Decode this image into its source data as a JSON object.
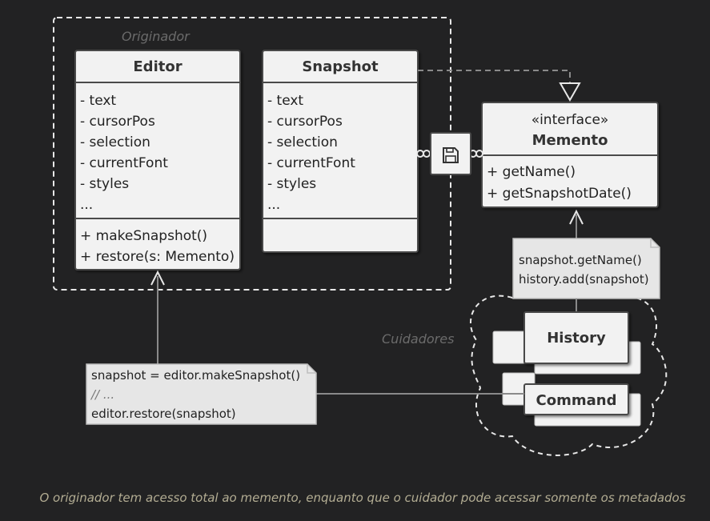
{
  "groups": {
    "originator_label": "Originador",
    "caretakers_label": "Cuidadores"
  },
  "editor": {
    "title": "Editor",
    "fields": [
      "- text",
      "- cursorPos",
      "- selection",
      "- currentFont",
      "- styles",
      "..."
    ],
    "methods": [
      "+ makeSnapshot()",
      "+ restore(s: Memento)"
    ]
  },
  "snapshot": {
    "title": "Snapshot",
    "fields": [
      "- text",
      "- cursorPos",
      "- selection",
      "- currentFont",
      "- styles",
      "..."
    ]
  },
  "memento": {
    "stereotype": "«interface»",
    "title": "Memento",
    "methods": [
      "+ getName()",
      "+ getSnapshotDate()"
    ]
  },
  "memento_note": {
    "lines": [
      "snapshot.getName()",
      "history.add(snapshot)"
    ]
  },
  "editor_note": {
    "line1": "snapshot = editor.makeSnapshot()",
    "comment": "// ...",
    "line3": "editor.restore(snapshot)"
  },
  "caretakers": {
    "history": "History",
    "command": "Command"
  },
  "connector_icon": "save-disk-icon",
  "caption": "O originador tem acesso total ao memento, enquanto que o cuidador pode acessar somente os metadados"
}
